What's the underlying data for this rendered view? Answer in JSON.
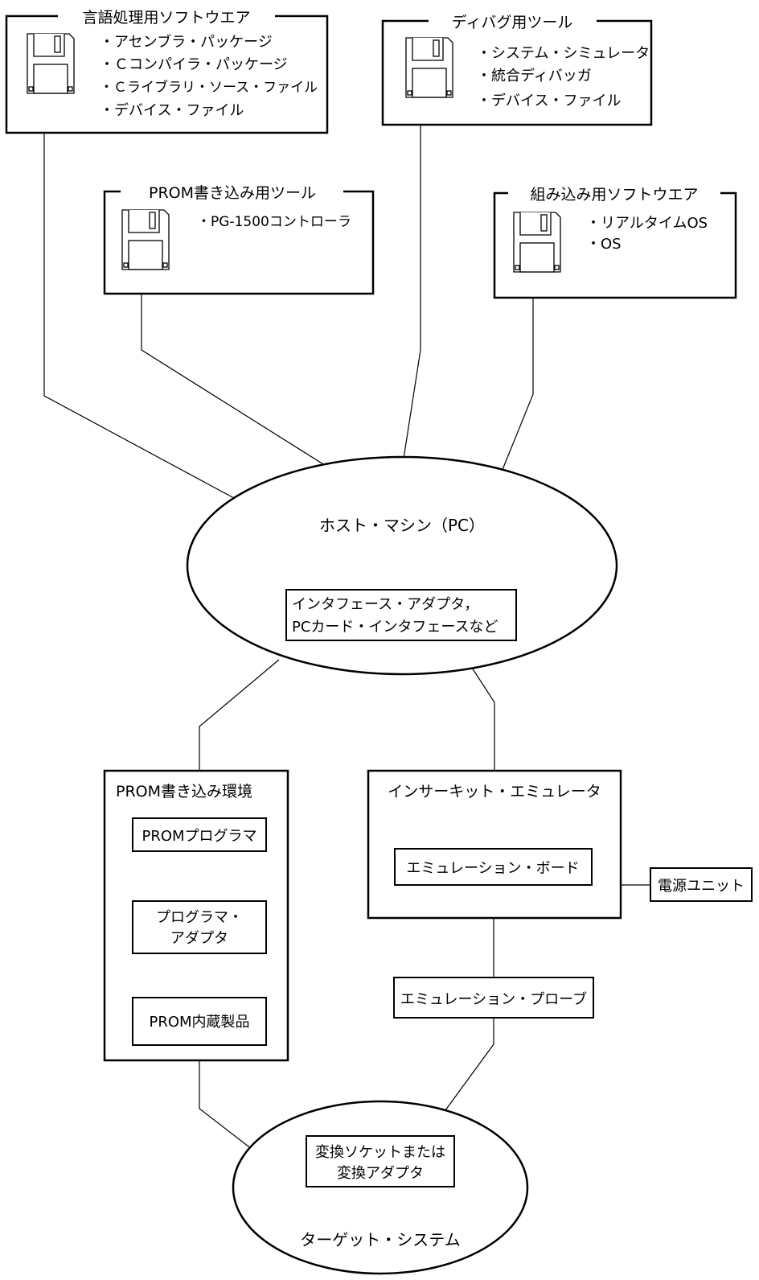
{
  "software": {
    "language": {
      "title": "言語処理用ソフトウエア",
      "items": [
        "・アセンブラ・パッケージ",
        "・Ｃコンパイラ・パッケージ",
        "・Ｃライブラリ・ソース・ファイル",
        "・デバイス・ファイル"
      ]
    },
    "debug": {
      "title": "ディバグ用ツール",
      "items": [
        "・システム・シミュレータ",
        "・統合ディバッガ",
        "・デバイス・ファイル"
      ]
    },
    "prom_tool": {
      "title": "PROM書き込み用ツール",
      "items": [
        "・PG-1500コントローラ"
      ]
    },
    "embedded": {
      "title": "組み込み用ソフトウエア",
      "items": [
        "・リアルタイムOS",
        "・OS"
      ]
    }
  },
  "host": {
    "label": "ホスト・マシン（PC）",
    "interface_lines": [
      "インタフェース・アダプタ，",
      "PCカード・インタフェースなど"
    ]
  },
  "prom_env": {
    "title": "PROM書き込み環境",
    "programmer": "PROMプログラマ",
    "adapter_lines": [
      "プログラマ・",
      "アダプタ"
    ],
    "product": "PROM内蔵製品"
  },
  "ice": {
    "title": "インサーキット・エミュレータ",
    "board": "エミュレーション・ボード",
    "power": "電源ユニット",
    "probe": "エミュレーション・プローブ"
  },
  "target": {
    "socket_lines": [
      "変換ソケットまたは",
      "変換アダプタ"
    ],
    "label": "ターゲット・システム"
  }
}
